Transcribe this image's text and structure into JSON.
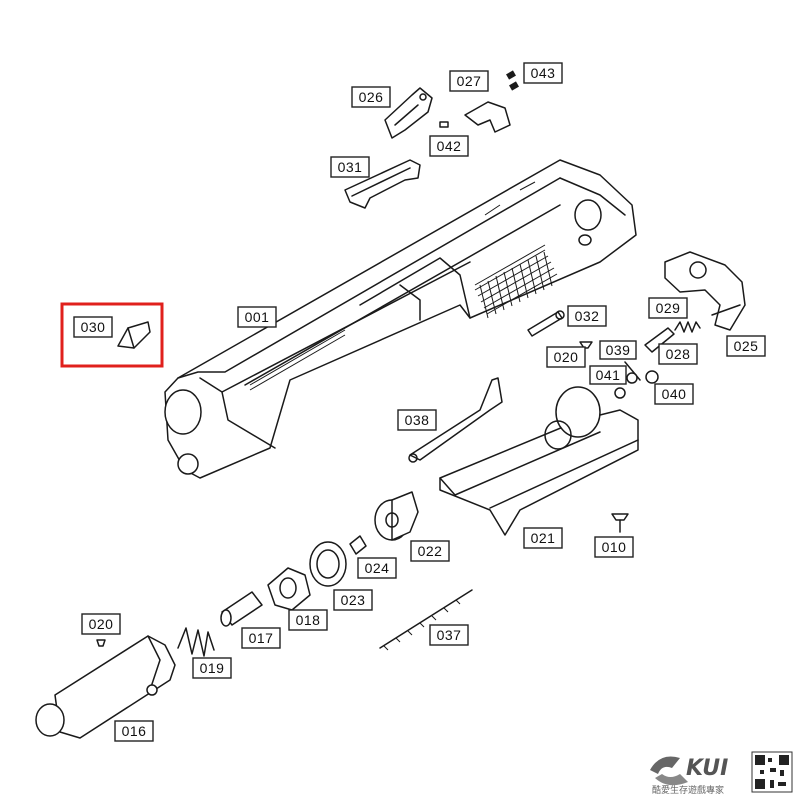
{
  "labels": {
    "p001": "001",
    "p010": "010",
    "p016": "016",
    "p017": "017",
    "p018": "018",
    "p019": "019",
    "p020a": "020",
    "p020b": "020",
    "p021": "021",
    "p022": "022",
    "p023": "023",
    "p024": "024",
    "p025": "025",
    "p026": "026",
    "p027": "027",
    "p028": "028",
    "p029": "029",
    "p030": "030",
    "p031": "031",
    "p032": "032",
    "p037": "037",
    "p038": "038",
    "p039": "039",
    "p040": "040",
    "p041": "041",
    "p042": "042",
    "p043": "043"
  },
  "highlighted_part": "030",
  "colors": {
    "highlight": "#e0201c",
    "line": "#1a1a1a",
    "background": "#ffffff"
  },
  "watermark": {
    "brand": "KUI",
    "slogan": "酷愛生存遊戲專家",
    "qr": "qr-code-icon"
  }
}
